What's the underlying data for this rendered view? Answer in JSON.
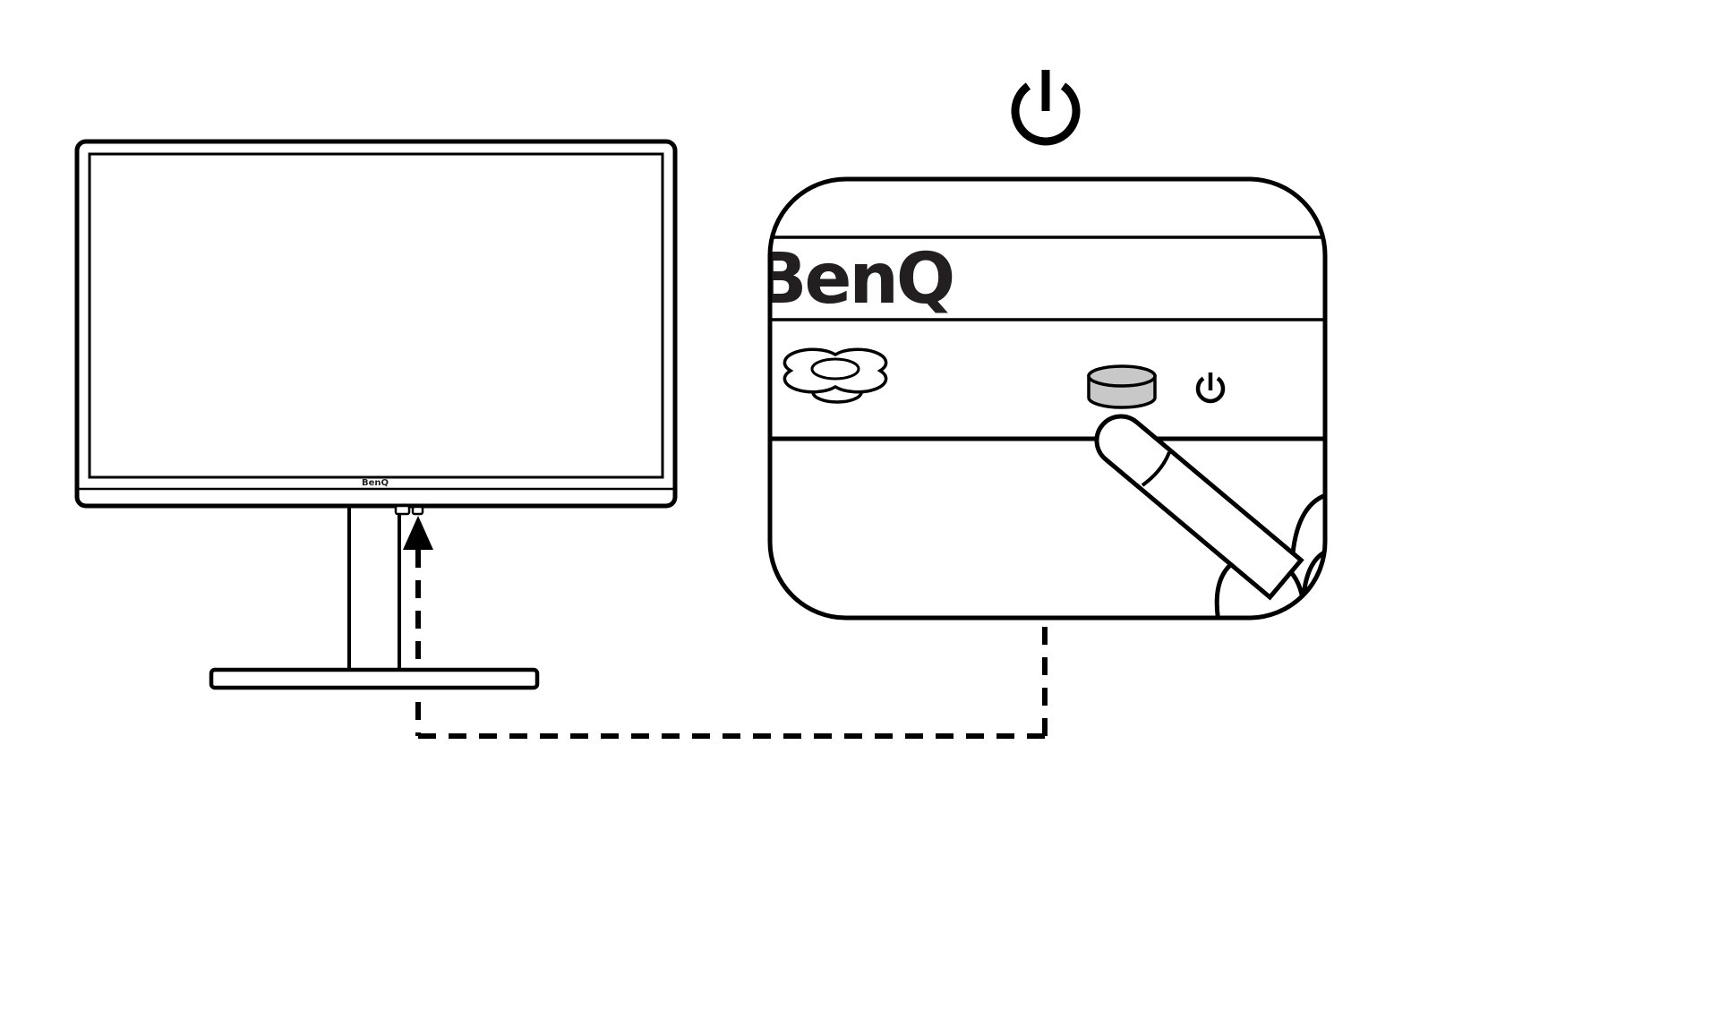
{
  "diagram": {
    "description": "Monitor power button location illustration with zoom callout"
  },
  "callout": {
    "brand_logo": "BenQ"
  },
  "monitor": {
    "brand_logo": "BenQ"
  },
  "icons": {
    "top_icon": "power-icon",
    "beside_button_icon": "power-icon"
  },
  "colors": {
    "outline": "#000000",
    "background": "#ffffff",
    "button_fill": "#c8c8c8",
    "logo": "#231f20"
  }
}
